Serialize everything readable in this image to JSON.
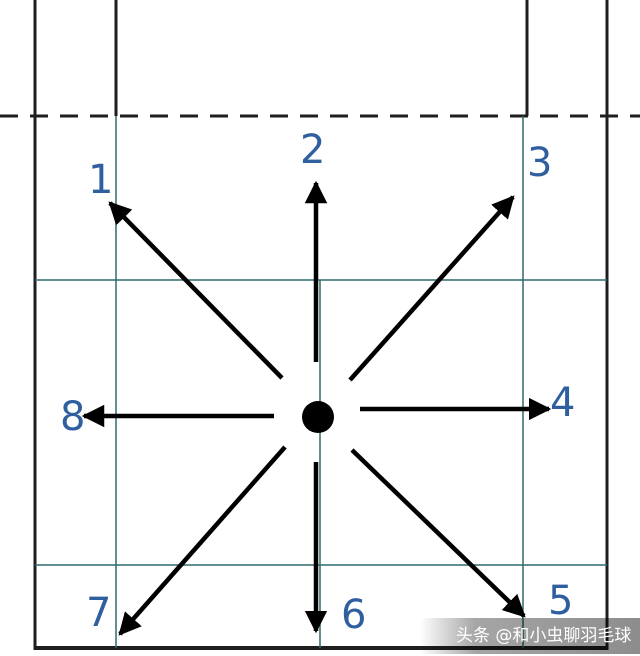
{
  "diagram": {
    "direction_labels": [
      "1",
      "2",
      "3",
      "4",
      "5",
      "6",
      "7",
      "8"
    ],
    "watermark": "头条 @和小虫聊羽毛球",
    "colors": {
      "court_line": "#1e1e1e",
      "grid_line": "#2f6b6b",
      "label": "#2f5f9f",
      "arrow": "#000000"
    }
  }
}
